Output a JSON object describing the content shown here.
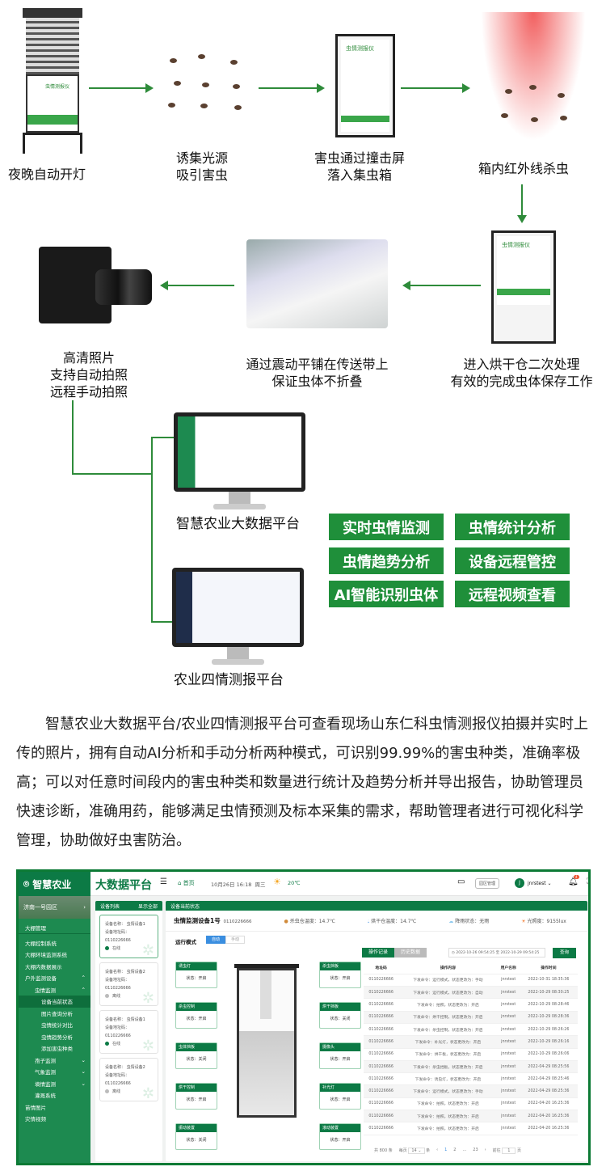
{
  "flow": {
    "steps": [
      {
        "label": "夜晚自动开灯"
      },
      {
        "label": "诱集光源\n吸引害虫"
      },
      {
        "label": "害虫通过撞击屏\n落入集虫箱"
      },
      {
        "label": "箱内红外线杀虫"
      },
      {
        "label": "进入烘干仓二次处理\n有效的完成虫体保存工作"
      },
      {
        "label": "通过震动平铺在传送带上\n保证虫体不折叠"
      },
      {
        "label": "高清照片\n支持自动拍照\n远程手动拍照"
      }
    ],
    "device_screen_text": "虫情测报仪",
    "platforms": [
      "智慧农业大数据平台",
      "农业四情测报平台"
    ],
    "features": [
      "实时虫情监测",
      "虫情统计分析",
      "虫情趋势分析",
      "设备远程管控",
      "AI智能识别虫体",
      "远程视频查看"
    ]
  },
  "description": "智慧农业大数据平台/农业四情测报平台可查看现场山东仁科虫情测报仪拍摄并实时上传的照片，拥有自动AI分析和手动分析两种模式，可识别99.99%的害虫种类，准确率极高；可以对任意时间段内的害虫种类和数量进行统计及趋势分析并导出报告，协助管理员快速诊断，准确用药，能够满足虫情预测及标本采集的需求，帮助管理者进行可视化科学管理，协助做好虫害防治。",
  "dashboard": {
    "logo": "智慧农业",
    "title": "大数据平台",
    "home": "首页",
    "date": "10月26日",
    "time": "16:18",
    "weekday": "周三",
    "temp": "20℃",
    "area_btn": "园区管理",
    "user": "jnrstest",
    "user_initial": "J",
    "notif_count": "4",
    "park": "济南一号园区",
    "sidebar": [
      {
        "label": "大棚管理",
        "level": 0
      },
      {
        "label": "大棚控制系统",
        "level": 0
      },
      {
        "label": "大棚环境监测系统",
        "level": 0
      },
      {
        "label": "大棚内数据展示",
        "level": 0
      },
      {
        "label": "户外监测设备",
        "level": 0,
        "arrow": "⌃"
      },
      {
        "label": "虫情监测",
        "level": 1,
        "arrow": "⌃"
      },
      {
        "label": "设备当前状态",
        "level": 2,
        "active": true
      },
      {
        "label": "图片查询分析",
        "level": 2
      },
      {
        "label": "虫情统计对比",
        "level": 2
      },
      {
        "label": "虫情趋势分析",
        "level": 2
      },
      {
        "label": "添加害虫种类",
        "level": 2
      },
      {
        "label": "孢子监测",
        "level": 1,
        "arrow": "⌄"
      },
      {
        "label": "气象监测",
        "level": 1,
        "arrow": "⌄"
      },
      {
        "label": "墒情监测",
        "level": 1,
        "arrow": "⌄"
      },
      {
        "label": "灌溉系统",
        "level": 1
      },
      {
        "label": "苗情图片",
        "level": 0
      },
      {
        "label": "灾情视频",
        "level": 0
      }
    ],
    "device_list": {
      "title": "设备列表",
      "show_all": "显示全部",
      "name_label": "设备名称：",
      "id_label": "设备地址码：",
      "items": [
        {
          "name": "虫情设备1",
          "id": "0110226666",
          "status": "在线",
          "online": true
        },
        {
          "name": "虫情设备2",
          "id": "0110226666",
          "status": "离线",
          "online": false
        },
        {
          "name": "虫情设备1",
          "id": "0110226666",
          "status": "在线",
          "online": true
        },
        {
          "name": "虫情设备2",
          "id": "0110226666",
          "status": "离线",
          "online": false
        }
      ]
    },
    "status_panel": {
      "title": "设备当前状态",
      "device_name": "虫情监测设备1号",
      "device_id": "0110226666",
      "readings": [
        "杀虫仓温度：14.7℃",
        "烘干仓温度：14.7℃",
        "降雨状态：无雨",
        "光照度：9155lux"
      ],
      "mode_label": "运行模式",
      "modes": [
        "自动",
        "手动"
      ],
      "left_states": [
        {
          "name": "诱虫灯",
          "state": "状态：开启"
        },
        {
          "name": "杀虫控制",
          "state": "状态：开启"
        },
        {
          "name": "虫体挡板",
          "state": "状态：关闭"
        },
        {
          "name": "烘干控制",
          "state": "状态：开启"
        },
        {
          "name": "振动装置",
          "state": "状态：关闭"
        }
      ],
      "right_states": [
        {
          "name": "杀虫挡板",
          "state": "状态：开启"
        },
        {
          "name": "烘干挡板",
          "state": "状态：关闭"
        },
        {
          "name": "摄像头",
          "state": "状态：开启"
        },
        {
          "name": "补光灯",
          "state": "状态：开启"
        },
        {
          "name": "滚动装置",
          "state": "状态：开启"
        }
      ]
    },
    "records": {
      "tabs": [
        "操作记录",
        "历史数据"
      ],
      "date_from": "2022-10-26 09:54:25",
      "date_sep": "至",
      "date_to": "2022-10-29 09:54:25",
      "query": "查询",
      "columns": [
        "地址码",
        "操作内容",
        "用户名称",
        "操作时间"
      ],
      "rows": [
        [
          "0110226666",
          "下发命令：运行模式，状态更改为：手动",
          "jnrstest",
          "2022-10-31 18:35:36"
        ],
        [
          "0110226666",
          "下发命令：运行模式，状态更改为：自动",
          "jnrstest",
          "2022-10-29 08:30:25"
        ],
        [
          "0110226666",
          "下发命令：拍照，状态更改为：开启",
          "jnrstest",
          "2022-10-29 08:28:46"
        ],
        [
          "0110226666",
          "下发命令：烘干控制，状态更改为：开启",
          "jnrstest",
          "2022-10-29 08:28:36"
        ],
        [
          "0110226666",
          "下发命令：杀虫控制，状态更改为：开启",
          "jnrstest",
          "2022-10-29 08:26:26"
        ],
        [
          "0110226666",
          "下发命令：补光灯，状态更改为：开启",
          "jnrstest",
          "2022-10-29 08:26:16"
        ],
        [
          "0110226666",
          "下发命令：烘干板，状态更改为：开启",
          "jnrstest",
          "2022-10-29 08:26:06"
        ],
        [
          "0110226666",
          "下发命令：杀虫挡板，状态更改为：开启",
          "jnrstest",
          "2022-04-29 08:25:56"
        ],
        [
          "0110226666",
          "下发命令：诱虫灯，状态更改为：开启",
          "jnrstest",
          "2022-04-29 08:25:46"
        ],
        [
          "0110226666",
          "下发命令：运行模式，状态更改为：手动",
          "jnrstest",
          "2022-04-29 08:25:36"
        ],
        [
          "0110226666",
          "下发命令：拍照，状态更改为：开启",
          "jnrstest",
          "2022-04-20 16:25:36"
        ],
        [
          "0110226666",
          "下发命令：拍照，状态更改为：开启",
          "jnrstest",
          "2022-04-20 16:25:36"
        ],
        [
          "0110226666",
          "下发命令：拍照，状态更改为：开启",
          "jnrstest",
          "2022-04-20 16:25:36"
        ]
      ],
      "pagination": {
        "total": "共 800 条",
        "per_page_label": "每页",
        "per_page": "14",
        "unit": "条",
        "pages": [
          "1",
          "2",
          "...",
          "23"
        ],
        "goto_label": "前往",
        "goto_value": "1",
        "page_unit": "页"
      }
    }
  },
  "colors": {
    "green": "#1f8f3a",
    "dash_green": "#0c7a45",
    "arrow": "#2e8b3a"
  }
}
